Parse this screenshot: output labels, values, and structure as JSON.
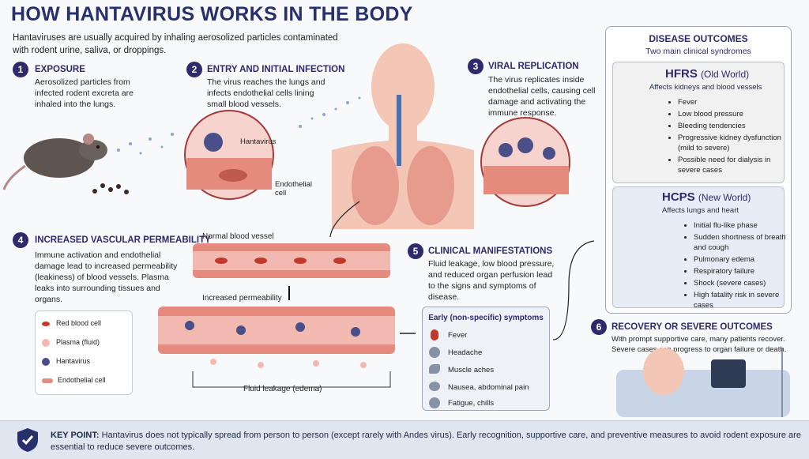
{
  "title": "HOW HANTAVIRUS WORKS IN THE BODY",
  "subtitle": "Hantaviruses are usually acquired by inhaling aerosolized particles contaminated with rodent urine, saliva, or droppings.",
  "steps": [
    {
      "num": "1",
      "title": "EXPOSURE",
      "text": "Aerosolized particles from infected rodent excreta are inhaled into the lungs."
    },
    {
      "num": "2",
      "title": "ENTRY AND INITIAL INFECTION",
      "text": "The virus reaches the lungs and infects endothelial cells lining small blood vessels."
    },
    {
      "num": "3",
      "title": "VIRAL REPLICATION",
      "text": "The virus replicates inside endothelial cells, causing cell damage and activating the immune response."
    },
    {
      "num": "4",
      "title": "INCREASED VASCULAR PERMEABILITY",
      "text": "Immune activation and endothelial damage lead to increased permeability (leakiness) of blood vessels. Plasma leaks into surrounding tissues and organs."
    },
    {
      "num": "5",
      "title": "CLINICAL MANIFESTATIONS",
      "text": "Fluid leakage, low blood pressure, and reduced organ perfusion lead to the signs and symptoms of disease."
    },
    {
      "num": "6",
      "title": "RECOVERY OR SEVERE OUTCOMES",
      "text": "With prompt supportive care, many patients recover. Severe cases can progress to organ failure or death."
    }
  ],
  "labels": {
    "hantavirus": "Hantavirus",
    "endothelial_cell": "Endothelial cell",
    "normal_vessel": "Normal blood vessel",
    "increased_perm": "Increased permeability",
    "fluid_leakage": "Fluid leakage (edema)"
  },
  "legend": [
    {
      "label": "Red blood cell",
      "color": "#c0392b"
    },
    {
      "label": "Plasma (fluid)",
      "color": "#f2b9b0"
    },
    {
      "label": "Hantavirus",
      "color": "#4a4f8a"
    },
    {
      "label": "Endothelial cell",
      "color": "#e58b7d"
    }
  ],
  "symptoms": {
    "title": "Early (non-specific) symptoms",
    "items": [
      {
        "label": "Fever",
        "icon": "thermometer-icon"
      },
      {
        "label": "Headache",
        "icon": "head-icon"
      },
      {
        "label": "Muscle aches",
        "icon": "arm-icon"
      },
      {
        "label": "Nausea, abdominal pain",
        "icon": "stomach-icon"
      },
      {
        "label": "Fatigue, chills",
        "icon": "tired-face-icon"
      }
    ]
  },
  "outcomes": {
    "title": "DISEASE OUTCOMES",
    "subtitle": "Two main clinical syndromes",
    "hfrs": {
      "name": "HFRS",
      "region": "(Old World)",
      "affects": "Affects kidneys and blood vessels",
      "items": [
        "Fever",
        "Low blood pressure",
        "Bleeding tendencies",
        "Progressive kidney dysfunction (mild to severe)",
        "Possible need for dialysis in severe cases"
      ]
    },
    "hcps": {
      "name": "HCPS",
      "region": "(New World)",
      "affects": "Affects lungs and heart",
      "items": [
        "Initial flu-like phase",
        "Sudden shortness of breath and cough",
        "Pulmonary edema",
        "Respiratory failure",
        "Shock (severe cases)",
        "High fatality risk in severe cases"
      ]
    }
  },
  "key_point": {
    "label": "KEY POINT:",
    "text": "Hantavirus does not typically spread from person to person (except rarely with Andes virus). Early recognition, supportive care, and preventive measures to avoid rodent exposure are essential to reduce severe outcomes."
  },
  "colors": {
    "accent": "#2e2a6b",
    "vessel": "#e58b7d",
    "blood": "#c0392b",
    "virus": "#4a4f8a"
  }
}
